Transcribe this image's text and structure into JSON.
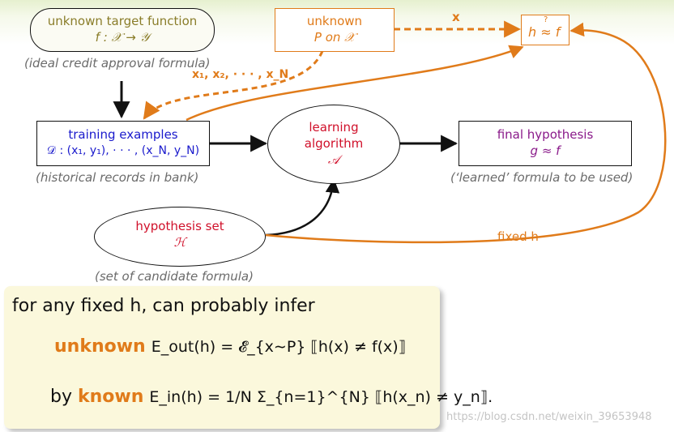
{
  "target": {
    "title": "unknown target function",
    "math": "f : 𝒳 → 𝒴",
    "caption": "(ideal credit approval formula)"
  },
  "distribution": {
    "title": "unknown",
    "math": "P on 𝒳"
  },
  "arrow_labels": {
    "x": "x",
    "samples": "x₁, x₂, · · · , x_N",
    "fixed_h": "fixed h"
  },
  "approx": {
    "math": "h ≈ f",
    "question": "?"
  },
  "training": {
    "title": "training examples",
    "math": "𝒟 : (x₁, y₁), · · · , (x_N, y_N)",
    "caption": "(historical records in bank)"
  },
  "algorithm": {
    "line1": "learning",
    "line2": "algorithm",
    "symbol": "𝒜"
  },
  "final": {
    "title": "final hypothesis",
    "math": "g ≈ f",
    "caption": "(‘learned’ formula to be used)"
  },
  "hypothesis_set": {
    "title": "hypothesis set",
    "symbol": "ℋ",
    "caption": "(set of candidate formula)"
  },
  "bottom": {
    "line1": "for any fixed h, can probably infer",
    "eq1_keyword": "unknown",
    "eq1": "E_out(h) = 𝓔_{x∼P} ⟦h(x) ≠ f(x)⟧",
    "eq2_prefix": "by",
    "eq2_keyword": "known",
    "eq2": "E_in(h) = 1/N Σ_{n=1}^{N} ⟦h(x_n) ≠ y_n⟧."
  },
  "watermark": "https://blog.csdn.net/weixin_39653948",
  "colors": {
    "orange": "#e07b1a",
    "olive": "#8a7d2a",
    "blue": "#1a1acc",
    "red": "#d0102a",
    "purple": "#8a1a8a",
    "grey_caption": "#6b6b6b",
    "yellow_panel": "#fbf8dc"
  }
}
